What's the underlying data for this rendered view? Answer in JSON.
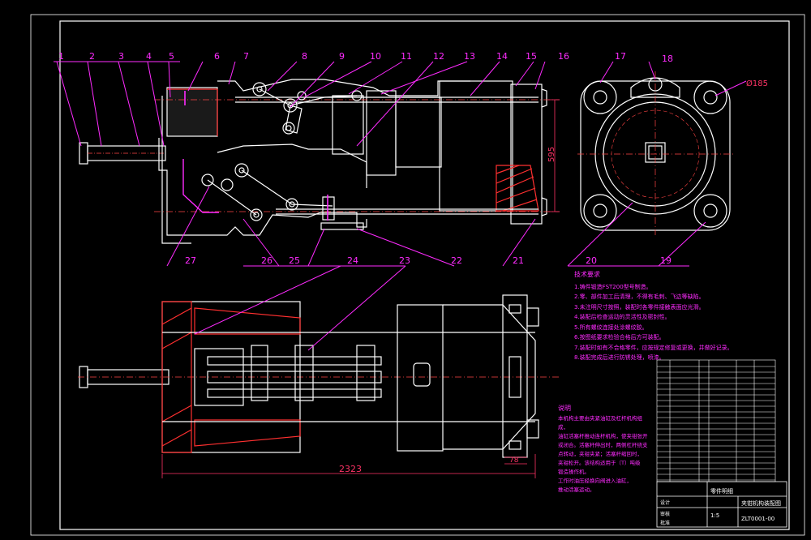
{
  "drawing": {
    "colors": {
      "outline": "#ffffff",
      "callout": "#ff2bff",
      "hatch": "#ff3030",
      "centerline": "#ff4444",
      "dimension": "#ff3366",
      "background": "#000000"
    },
    "callouts_top": [
      "1",
      "2",
      "3",
      "4",
      "5",
      "6",
      "7",
      "8",
      "9",
      "10",
      "11",
      "12",
      "13",
      "14",
      "15",
      "16",
      "17",
      "18"
    ],
    "callouts_bottom": [
      "27",
      "26",
      "25",
      "24",
      "23",
      "22",
      "21",
      "20",
      "19"
    ],
    "dimensions": {
      "height": "595",
      "hole": "Ø185",
      "length": "2323",
      "width": "78"
    },
    "notes": {
      "heading": "技术要求",
      "items": [
        "1.铸件锻造FST200型号制造。",
        "2.零、部件加工后清理，不得有毛刺、飞边等缺陷。",
        "3.未注明尺寸按照，装配时各零件接触表面应光滑。",
        "4.装配后检查运动的灵活性及密封性。",
        "5.所有螺纹连接处涂螺纹胶。",
        "6.按图纸要求检验合格后方可装配。",
        "7.装配时如有不合格零件，应按规定修复或更换，并做好记录。",
        "8.装配完成后进行防锈处理，喷漆。"
      ]
    },
    "description": {
      "heading": "说明",
      "lines": [
        "本机构主要由夹紧油缸及杠杆机构组成，",
        "油缸活塞杆推动连杆机构，使夹钳张开",
        "或闭合。活塞杆伸出时，两侧杠杆绕支",
        "点转动，夹钳夹紧；活塞杆缩回时，",
        "夹钳松开。该结构适用于（T）吨级",
        "锻造操作机。",
        "工作时油压经换向阀进入油缸，",
        "推动活塞运动。"
      ]
    },
    "title_block": {
      "title": "夹钳机构装配图",
      "drawing_no": "ZLT0001-00",
      "scale": "1:5",
      "designer": "设计",
      "checker": "审核",
      "approve": "批准",
      "part_label": "零件明细"
    }
  }
}
